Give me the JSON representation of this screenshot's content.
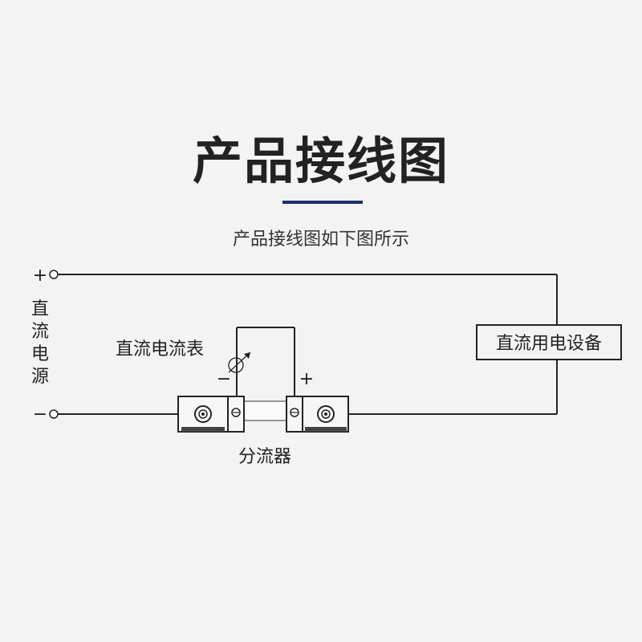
{
  "title": "产品接线图",
  "subtitle": "产品接线图如下图所示",
  "diagram": {
    "plus_symbol": "+",
    "minus_symbol": "−",
    "power_source_chars": [
      "直",
      "流",
      "电",
      "源"
    ],
    "ammeter_label": "直流电流表",
    "ammeter_minus": "−",
    "ammeter_plus": "+",
    "shunt_label": "分流器",
    "equipment_label": "直流用电设备"
  },
  "colors": {
    "accent": "#1e2d6b",
    "line": "#222222",
    "background": "#f3f3f3"
  }
}
